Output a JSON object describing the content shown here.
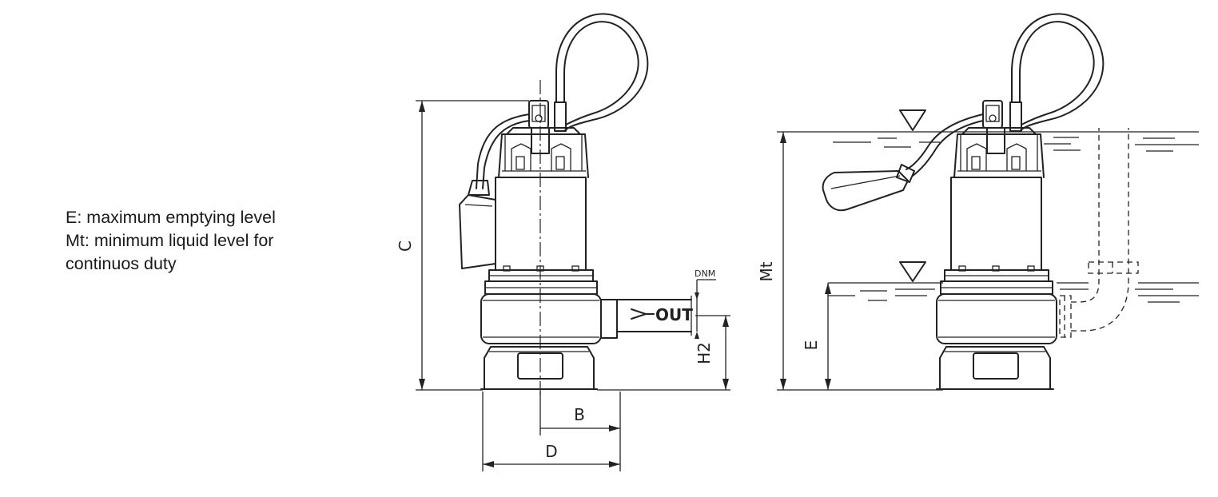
{
  "legend": {
    "e_line": "E: maximum emptying level",
    "mt_line1": "Mt: minimum liquid level for",
    "mt_line2": "continuos duty"
  },
  "labels": {
    "C": "C",
    "B": "B",
    "D": "D",
    "H2": "H2",
    "DNM": "DNM",
    "OUT": "OUT",
    "Mt": "Mt",
    "E": "E"
  }
}
